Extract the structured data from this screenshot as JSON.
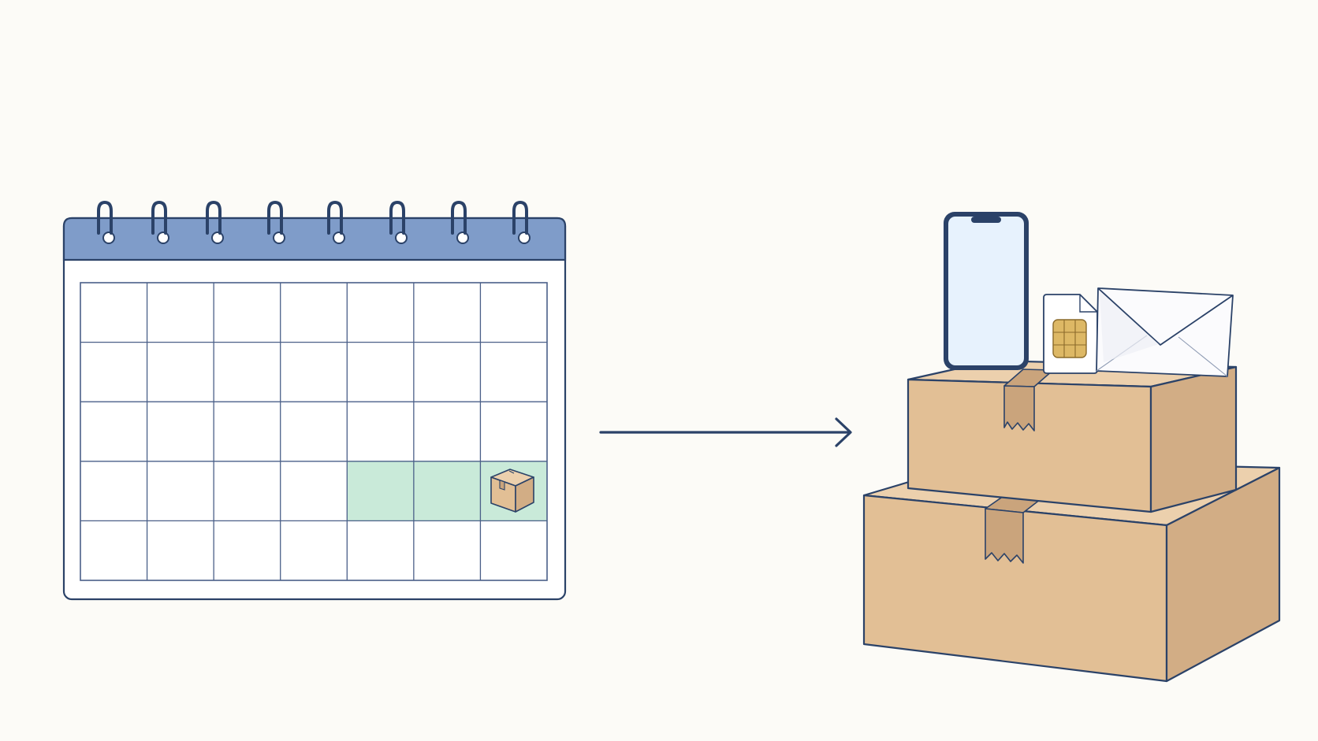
{
  "colors": {
    "background": "#fcfbf7",
    "outline": "#2b4268",
    "calendar_header": "#7f9cc9",
    "calendar_grid": "#4a5f88",
    "highlight": "#c9ead9",
    "box_front": "#e2bf95",
    "box_top": "#ecd0ad",
    "box_side": "#d2ad85",
    "tape": "#caa47c",
    "phone_screen": "#e7f2fd",
    "sim_card": "#ffffff",
    "sim_chip": "#ddb865",
    "envelope": "#fbfbfd"
  },
  "icons": [
    "calendar-icon",
    "spiral-ring-icon",
    "small-package-icon",
    "arrow-right-icon",
    "smartphone-icon",
    "sim-card-icon",
    "envelope-icon",
    "cardboard-box-icon"
  ],
  "calendar": {
    "rings": 8,
    "rows": 5,
    "columns": 7,
    "highlighted_cells": [
      {
        "row": 4,
        "col": 5
      },
      {
        "row": 4,
        "col": 6
      },
      {
        "row": 4,
        "col": 7
      }
    ],
    "package_cell": {
      "row": 4,
      "col": 7
    }
  },
  "delivery": {
    "boxes": 2,
    "items_on_top": [
      "smartphone-icon",
      "sim-card-icon",
      "envelope-icon"
    ]
  }
}
